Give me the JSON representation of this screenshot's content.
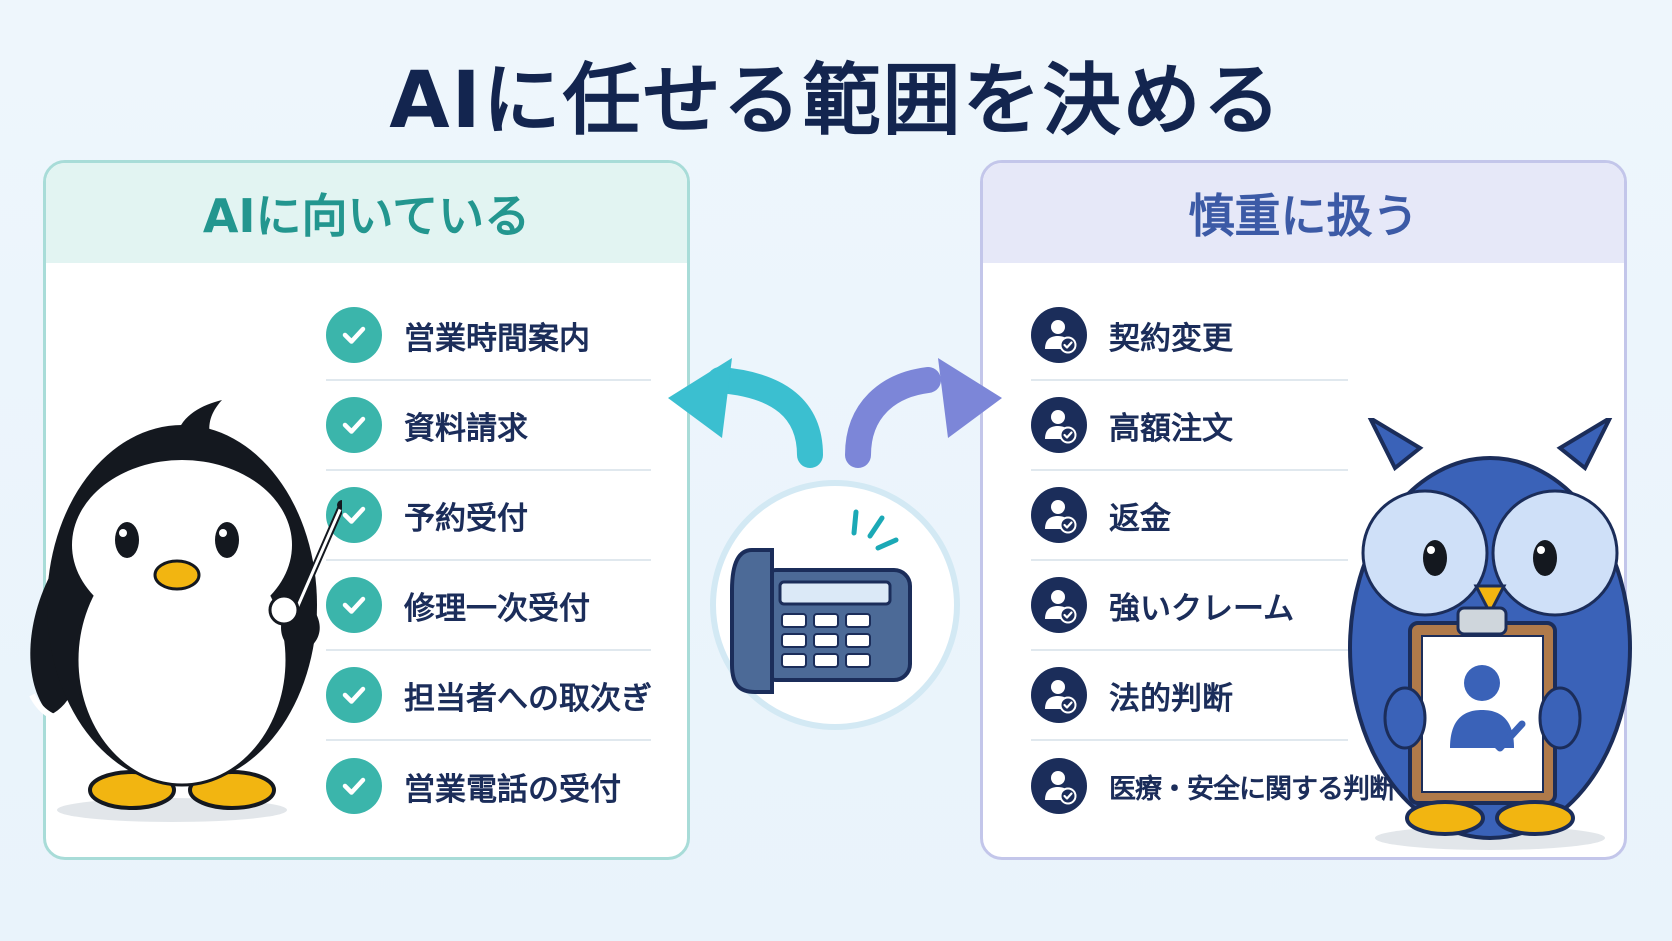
{
  "title": "AIに任せる範囲を決める",
  "left_panel": {
    "heading": "AIに向いている",
    "items": [
      {
        "label": "営業時間案内",
        "icon": "check-icon"
      },
      {
        "label": "資料請求",
        "icon": "check-icon"
      },
      {
        "label": "予約受付",
        "icon": "check-icon"
      },
      {
        "label": "修理一次受付",
        "icon": "check-icon"
      },
      {
        "label": "担当者への取次ぎ",
        "icon": "check-icon"
      },
      {
        "label": "営業電話の受付",
        "icon": "check-icon"
      }
    ],
    "accent": "#3bb5ab"
  },
  "right_panel": {
    "heading": "慎重に扱う",
    "items": [
      {
        "label": "契約変更",
        "icon": "person-check-icon"
      },
      {
        "label": "高額注文",
        "icon": "person-check-icon"
      },
      {
        "label": "返金",
        "icon": "person-check-icon"
      },
      {
        "label": "強いクレーム",
        "icon": "person-check-icon"
      },
      {
        "label": "法的判断",
        "icon": "person-check-icon"
      },
      {
        "label": "医療・安全に関する判断",
        "icon": "person-check-icon"
      }
    ],
    "accent": "#1b2d5a"
  },
  "center": {
    "icon": "desk-phone-icon",
    "left_arrow_color": "#3bbfd0",
    "right_arrow_color": "#7c86d8"
  },
  "characters": {
    "left": "penguin-pointing",
    "right": "owl-with-clipboard"
  }
}
